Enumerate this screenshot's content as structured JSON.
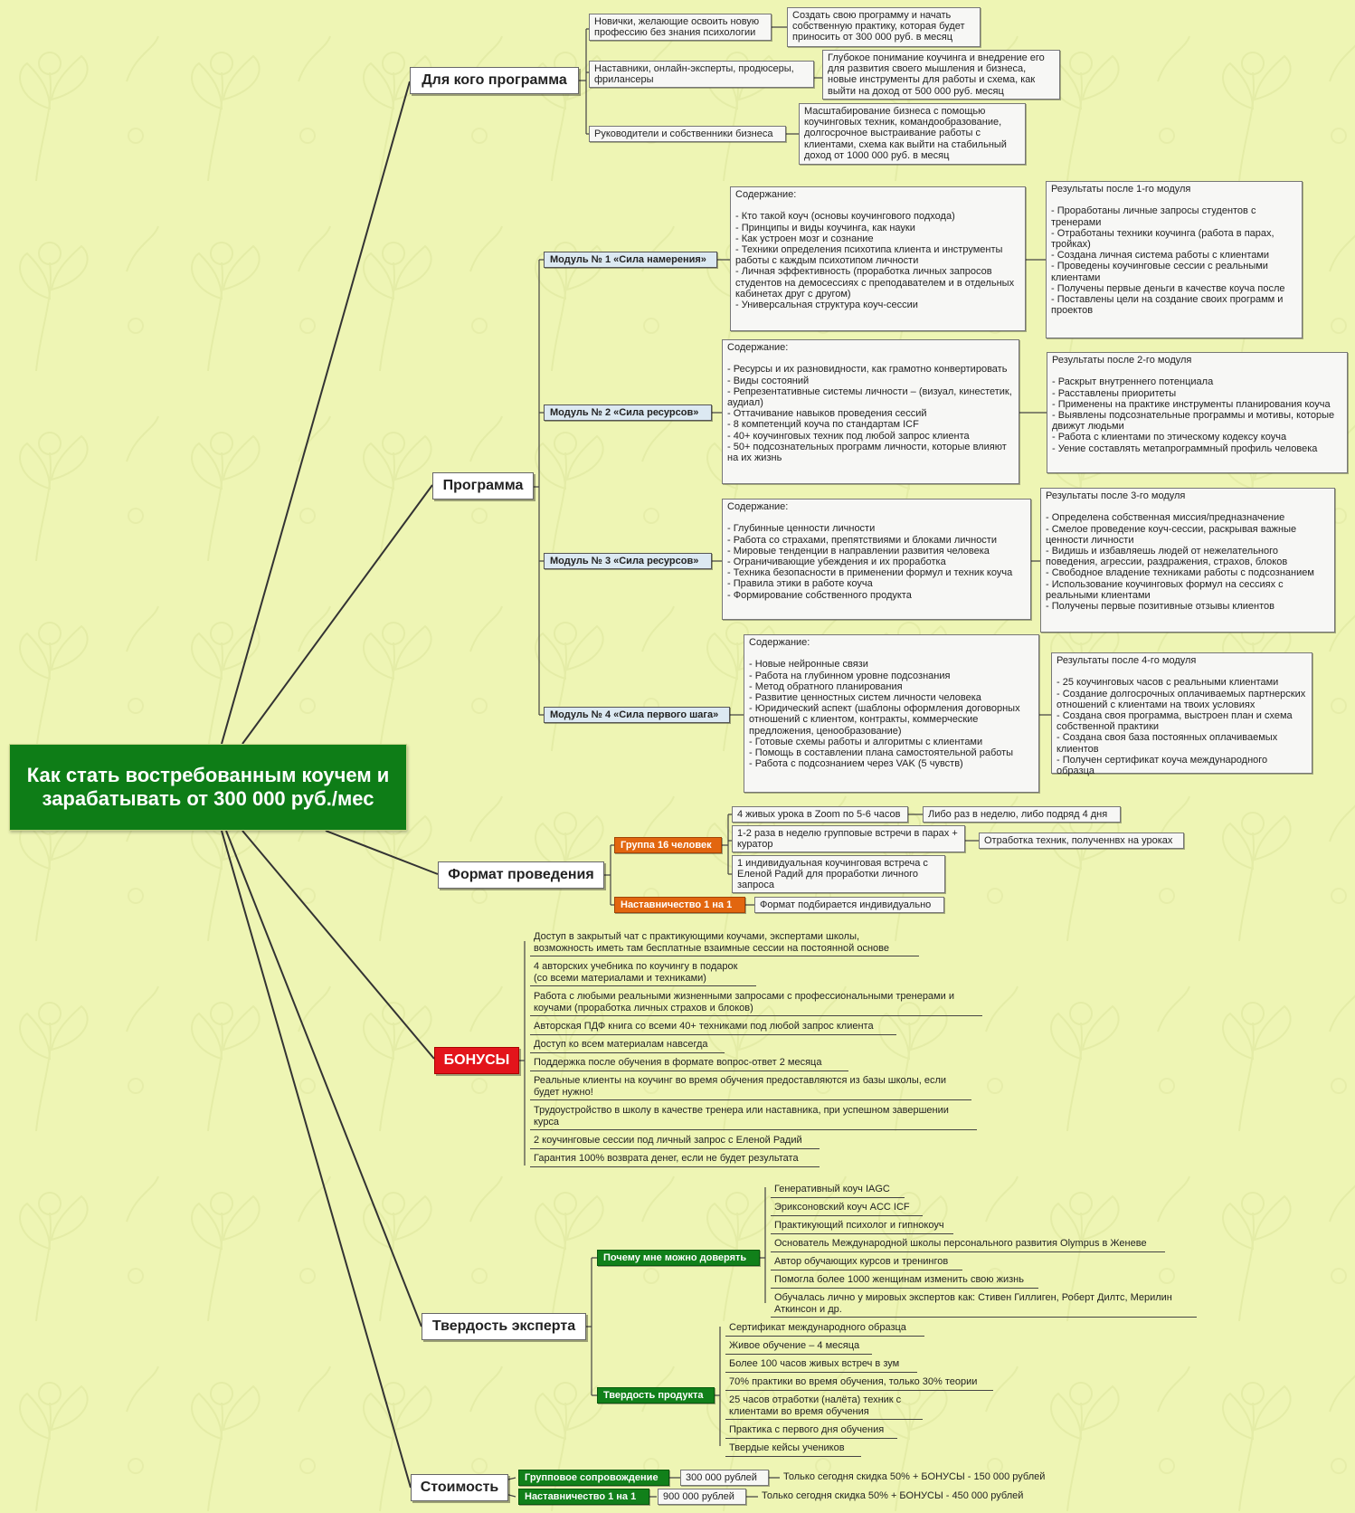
{
  "root": {
    "title": "Как стать востребованным коучем и зарабатывать от 300 000 руб./мес"
  },
  "who": {
    "label": "Для кого программа",
    "items": [
      {
        "label": "Новички, желающие освоить новую профессию без знания психологии",
        "result": "Создать свою программу и начать собственную практику, которая будет приносить от 300 000 руб. в месяц"
      },
      {
        "label": "Наставники, онлайн-эксперты, продюсеры, фрилансеры",
        "result": "Глубокое понимание коучинга и внедрение его для развития своего мышления и бизнеса, новые инструменты для работы и схема, как выйти на доход от 500 000 руб. месяц"
      },
      {
        "label": "Руководители и собственники бизнеса",
        "result": "Масштабирование бизнеса с помощью коучинговых техник, командообразование, долгосрочное выстраивание работы с клиентами, схема как выйти на стабильный доход от 1000 000 руб. в месяц"
      }
    ]
  },
  "program": {
    "label": "Программа",
    "modules": [
      {
        "label": "Модуль № 1 «Сила намерения»",
        "content": "Содержание:\n\n- Кто такой коуч (основы коучингового подхода)\n- Принципы и виды коучинга, как науки\n- Как устроен мозг и сознание\n- Техники определения психотипа клиента и инструменты работы с каждым психотипом личности\n- Личная эффективность (проработка личных запросов студентов на демосессиях с преподавателем и в отдельных кабинетах друг с другом)\n- Универсальная структура коуч-сессии",
        "results": "Результаты после 1-го модуля\n\n- Проработаны личные запросы студентов с тренерами\n- Отработаны техники коучинга (работа в парах, тройках)\n- Создана личная система работы с клиентами\n- Проведены коучинговые сессии с реальными клиентами\n- Получены первые деньги в качестве коуча после\n- Поставлены цели на создание своих программ и проектов"
      },
      {
        "label": "Модуль № 2 «Сила ресурсов»",
        "content": "Содержание:\n\n- Ресурсы и их разновидности, как грамотно конвертировать\n- Виды состояний\n- Репрезентативные системы личности – (визуал, кинестетик, аудиал)\n- Оттачивание навыков проведения сессий\n- 8 компетенций коуча по стандартам ICF\n- 40+ коучинговых техник под любой запрос клиента\n- 50+ подсознательных программ личности, которые влияют на их жизнь",
        "results": "Результаты после 2-го модуля\n\n- Раскрыт внутреннего потенциала\n- Расставлены приоритеты\n- Применены на практике инструменты планирования коуча\n- Выявлены подсознательные программы и мотивы, которые движут людьми\n- Работа с клиентами по этическому кодексу коуча\n- Уение составлять метапрограммный профиль человека"
      },
      {
        "label": "Модуль № 3 «Сила ресурсов»",
        "content": "Содержание:\n\n- Глубинные ценности личности\n- Работа со страхами, препятствиями и блоками личности\n- Мировые тенденции в направлении развития человека\n- Ограничивающие убеждения и их проработка\n- Техника безопасности в применении формул и техник коуча\n- Правила этики в работе коуча\n- Формирование собственного продукта",
        "results": "Результаты после 3-го модуля\n\n- Определена собственная миссия/предназначение\n- Смелое проведение коуч-сессии, раскрывая важные ценности личности\n- Видишь и избавляешь людей от нежелательного поведения, агрессии, раздражения, страхов, блоков\n- Свободное владение техниками работы с подсознанием\n- Использование коучинговых формул на сессиях с реальными клиентами\n- Получены первые позитивные отзывы клиентов"
      },
      {
        "label": "Модуль № 4 «Сила первого шага»",
        "content": "Содержание:\n\n- Новые нейронные связи\n- Работа на глубинном уровне подсознания\n- Метод обратного планирования\n- Развитие ценностных систем личности человека\n- Юридический аспект (шаблоны оформления договорных отношений с клиентом, контракты, коммерческие предложения, ценообразование)\n- Готовые схемы работы и алгоритмы с клиентами\n- Помощь в составлении плана самостоятельной работы\n- Работа с подсознанием через VAK (5 чувств)",
        "results": "Результаты после 4-го модуля\n\n- 25 коучинговых часов с реальными клиентами\n- Создание долгосрочных оплачиваемых партнерских отношений с клиентами на твоих условиях\n- Создана своя программа, выстроен план и схема собственной практики\n- Создана своя база постоянных оплачиваемых клиентов\n- Получен сертификат коуча международного образца"
      }
    ]
  },
  "format": {
    "label": "Формат проведения",
    "group": {
      "label": "Группа 16 человек",
      "items": [
        {
          "label": "4 живых урока в Zoom по 5-6 часов",
          "detail": "Либо раз в неделю, либо подряд 4 дня"
        },
        {
          "label": "1-2 раза в неделю групповые встречи в парах + куратор",
          "detail": "Отработка техник, полученнвх на уроках"
        },
        {
          "label": "1 индивидуальная коучинговая встреча с Еленой Радий для проработки личного запроса"
        }
      ]
    },
    "mentorship": {
      "label": "Наставничество 1 на 1",
      "detail": "Формат подбирается индивидуально"
    }
  },
  "bonuses": {
    "label": "БОНУСЫ",
    "items": [
      "Доступ в закрытый чат с практикующими коучами, экспертами школы,\nвозможность иметь там бесплатные взаимные сессии на постоянной основе",
      "4 авторских учебника по коучингу в подарок\n(со всеми материалами и техниками)",
      "Работа с любыми реальными жизненными запросами с профессиональными тренерами и\nкоучами (проработка личных страхов и блоков)",
      "Авторская ПДФ книга со всеми 40+ техниками  под любой запрос клиента",
      "Доступ ко всем материалам навсегда",
      "Поддержка после обучения в формате вопрос-ответ 2 месяца",
      "Реальные клиенты на коучинг во время обучения предоставляются из базы школы, если\nбудет нужно!",
      "Трудоустройство в школу в качестве тренера или наставника, при успешном завершении\nкурса",
      "2 коучинговые сессии под личный запрос с Еленой Радий",
      "Гарантия 100% возврата денег, если не будет результата"
    ]
  },
  "expertise": {
    "label": "Твердость эксперта",
    "trust": {
      "label": "Почему мне можно доверять",
      "items": [
        "Генеративный коуч IAGC",
        "Эриксоновский коуч ACC ICF",
        "Практикующий психолог и гипнокоуч",
        "Основатель Международной школы персонального развития Olympus в Женеве",
        "Автор обучающих курсов и тренингов",
        "Помогла более 1000 женщинам изменить свою жизнь",
        "Обучалась лично у мировых экспертов как: Стивен Гиллиген, Роберт Дилтс, Мерилин\nАткинсон и др."
      ]
    },
    "product": {
      "label": "Твердость продукта",
      "items": [
        "Сертификат международного образца",
        "Живое обучение – 4 месяца",
        "Более 100 часов живых встреч в зум",
        "70% практики во время обучения, только 30% теории",
        "25 часов отработки (налёта) техник с\nклиентами во время обучения",
        "Практика с первого дня обучения",
        "Твердые кейсы учеников"
      ]
    }
  },
  "price": {
    "label": "Стоимость",
    "options": [
      {
        "label": "Групповое сопровождение",
        "price": "300 000 рублей",
        "discount": "Только сегодня скидка 50% + БОНУСЫ - 150 000 рублей"
      },
      {
        "label": "Наставничество 1 на 1",
        "price": "900 000 рублей",
        "discount": "Только сегодня скидка 50% + БОНУСЫ - 450 000 рублей"
      }
    ]
  }
}
